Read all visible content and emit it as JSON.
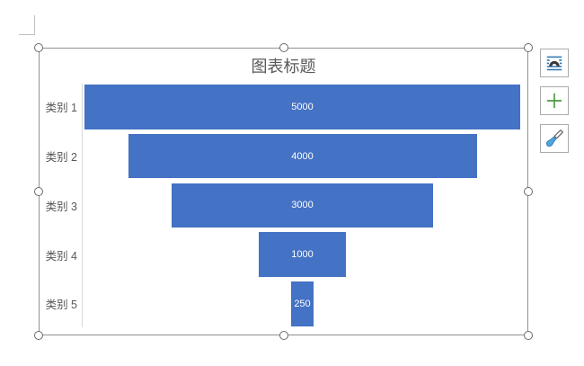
{
  "chart_data": {
    "type": "funnel",
    "title": "图表标题",
    "categories": [
      "类别 1",
      "类别 2",
      "类别 3",
      "类别 4",
      "类别 5"
    ],
    "values": [
      5000,
      4000,
      3000,
      1000,
      250
    ],
    "data_labels": [
      "5000",
      "4000",
      "3000",
      "1000",
      "250"
    ],
    "orientation": "horizontal-centered",
    "legend": "none",
    "grid": false,
    "category_axis_line": true,
    "xlim": [
      0,
      5000
    ]
  },
  "colors": {
    "bar_fill": "#4472C4",
    "title_text": "#595959",
    "category_text": "#595959",
    "data_label_text": "#FFFFFF",
    "axis_line": "#D9D9D9",
    "selection_border": "#919191",
    "handle_stroke": "#6A6A6A",
    "button_border": "#ABABAB",
    "layout_icon_lines": "#2E75B6",
    "layout_icon_arch": "#3A3A38",
    "plus_icon_green": "#4C9A41",
    "brush_tip_blue": "#4FA6DC"
  },
  "floating_buttons": [
    {
      "id": "layout-options",
      "icon": "layout-options-icon"
    },
    {
      "id": "chart-elements",
      "icon": "plus-icon"
    },
    {
      "id": "chart-styles",
      "icon": "paintbrush-icon"
    }
  ]
}
